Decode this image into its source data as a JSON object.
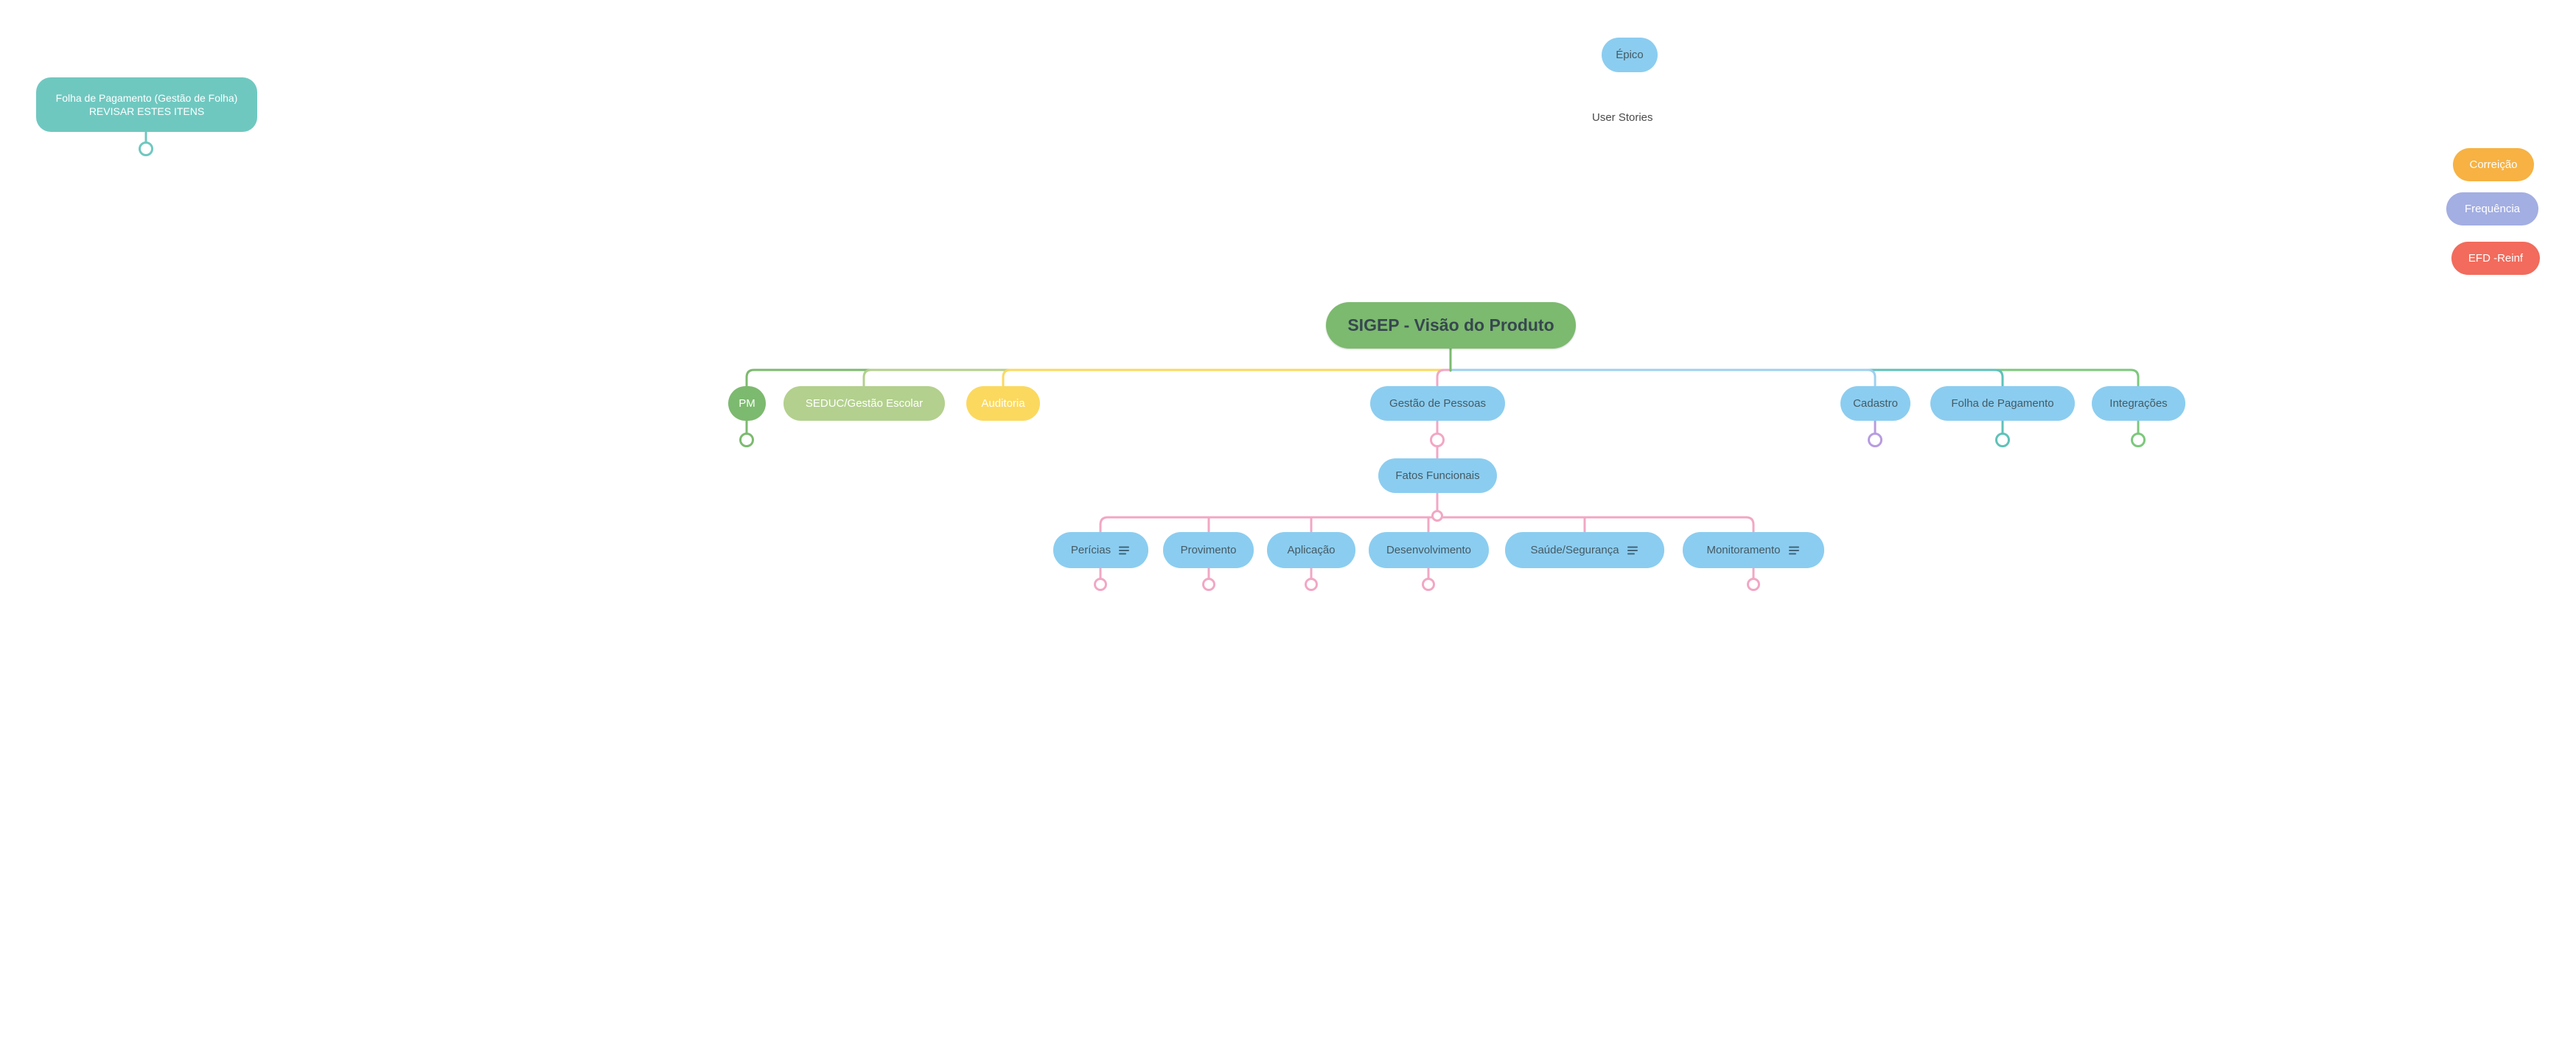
{
  "canvas": {
    "background": "#ffffff"
  },
  "nodes": {
    "folha_revisar": {
      "label": "Folha de Pagamento (Gestão de Folha) REVISAR ESTES ITENS"
    },
    "epico": {
      "label": "Épico"
    },
    "user_stories": {
      "label": "User Stories"
    },
    "correicao": {
      "label": "Correição"
    },
    "frequencia": {
      "label": "Frequência"
    },
    "efd_reinf": {
      "label": "EFD -Reinf"
    },
    "root": {
      "label": "SIGEP - Visão do Produto"
    },
    "pm": {
      "label": "PM"
    },
    "seduc": {
      "label": "SEDUC/Gestão Escolar"
    },
    "auditoria": {
      "label": "Auditoria"
    },
    "gestao_pessoas": {
      "label": "Gestão de Pessoas"
    },
    "cadastro": {
      "label": "Cadastro"
    },
    "folha_pagamento": {
      "label": "Folha de Pagamento"
    },
    "integracoes": {
      "label": "Integrações"
    },
    "fatos_funcionais": {
      "label": "Fatos Funcionais"
    },
    "pericias": {
      "label": "Perícias",
      "has_notes_icon": true
    },
    "provimento": {
      "label": "Provimento",
      "has_notes_icon": false
    },
    "aplicacao": {
      "label": "Aplicação",
      "has_notes_icon": false
    },
    "desenvolvimento": {
      "label": "Desenvolvimento",
      "has_notes_icon": false
    },
    "saude_seguranca": {
      "label": "Saúde/Segurança",
      "has_notes_icon": true
    },
    "monitoramento": {
      "label": "Monitoramento",
      "has_notes_icon": true
    }
  },
  "hierarchy": {
    "root": "SIGEP - Visão do Produto",
    "root_children": [
      "PM",
      "SEDUC/Gestão Escolar",
      "Auditoria",
      "Gestão de Pessoas",
      "Cadastro",
      "Folha de Pagamento",
      "Integrações"
    ],
    "gestao_pessoas_child": "Fatos Funcionais",
    "fatos_funcionais_children": [
      "Perícias",
      "Provimento",
      "Aplicação",
      "Desenvolvimento",
      "Saúde/Segurança",
      "Monitoramento"
    ],
    "floating_items": [
      "Folha de Pagamento (Gestão de Folha) REVISAR ESTES ITENS",
      "Épico",
      "User Stories",
      "Correição",
      "Frequência",
      "EFD -Reinf"
    ]
  },
  "colors": {
    "teal": "#6fc8c0",
    "blue_node": "#8bcdf0",
    "green": "#7cba6f",
    "light_green": "#b3d08e",
    "yellow": "#fbd95f",
    "orange": "#f7b243",
    "periwinkle": "#a3aee2",
    "red": "#f26b5c",
    "pink_line": "#f2a7c4",
    "purple_dot": "#b79ce0",
    "teal_dot": "#5fc2b8",
    "green_dot": "#7cc87c",
    "blue_line": "#9fd0ee",
    "dark_text": "#455a64"
  }
}
